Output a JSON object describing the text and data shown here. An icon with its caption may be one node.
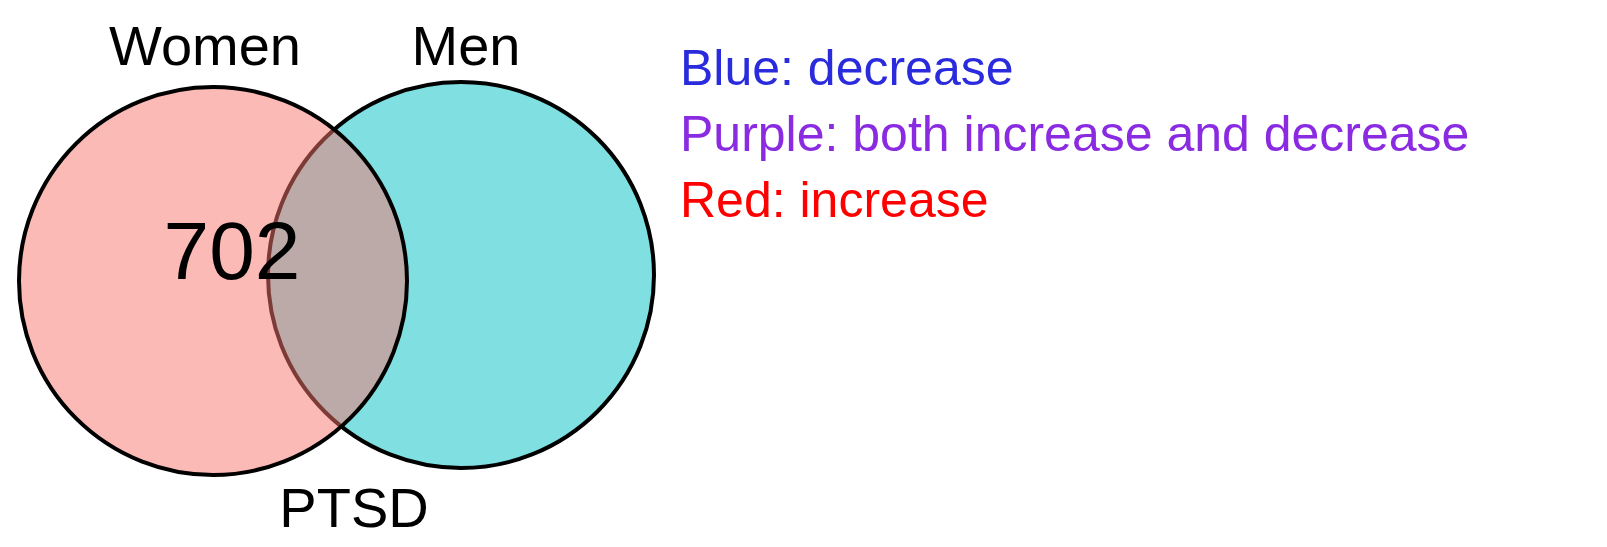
{
  "diagram": {
    "caption": "PTSD",
    "nodes": [
      {
        "text": [
          "Women",
          "702"
        ]
      },
      {
        "text": [
          "Men"
        ]
      }
    ],
    "legend": [
      {
        "text": "Blue: decrease",
        "color": "#2b2bde"
      },
      {
        "text": "Purple: both increase and decrease",
        "color": "#8a2be2"
      },
      {
        "text": "Red: increase",
        "color": "#ff0000"
      }
    ]
  }
}
